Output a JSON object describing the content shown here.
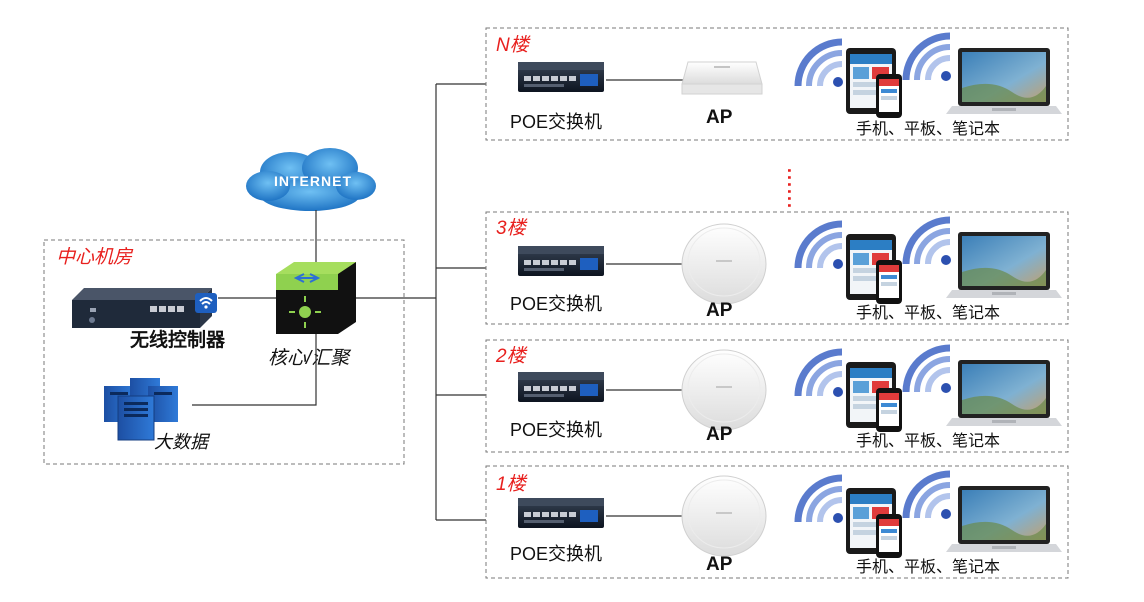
{
  "cloud": {
    "label": "INTERNET"
  },
  "center": {
    "title": "中心机房",
    "controller_label": "无线控制器",
    "core_label": "核心/汇聚",
    "bigdata_label": "大数据"
  },
  "ellipsis": "......",
  "floors": [
    {
      "name": "N楼",
      "switch_label": "POE交换机",
      "ap_label": "AP",
      "devices_label": "手机、平板、笔记本"
    },
    {
      "name": "3楼",
      "switch_label": "POE交换机",
      "ap_label": "AP",
      "devices_label": "手机、平板、笔记本"
    },
    {
      "name": "2楼",
      "switch_label": "POE交换机",
      "ap_label": "AP",
      "devices_label": "手机、平板、笔记本"
    },
    {
      "name": "1楼",
      "switch_label": "POE交换机",
      "ap_label": "AP",
      "devices_label": "手机、平板、笔记本"
    }
  ],
  "colors": {
    "accent_red": "#e8201e",
    "wifi_blue": "#3d64c4",
    "cloud_blue": "#2e8fd6",
    "switch_green": "#8fd14f"
  }
}
